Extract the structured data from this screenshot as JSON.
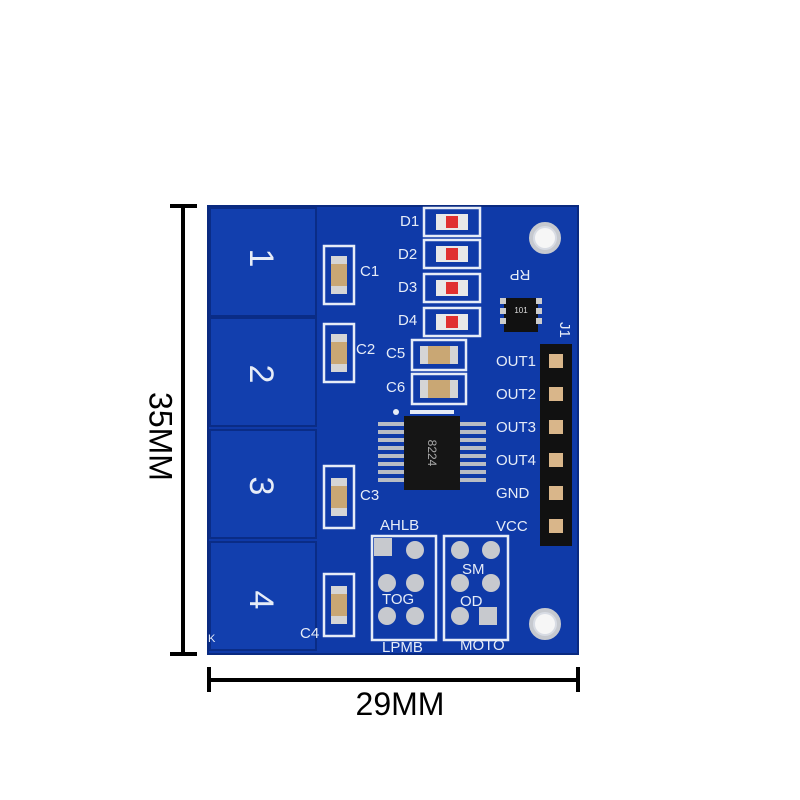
{
  "dimensions": {
    "width_label": "29MM",
    "height_label": "35MM"
  },
  "board": {
    "pad_labels": [
      "1",
      "2",
      "3",
      "4"
    ],
    "led_labels": [
      "D1",
      "D2",
      "D3",
      "D4"
    ],
    "capacitor_labels": [
      "C1",
      "C2",
      "C3",
      "C4",
      "C5",
      "C6"
    ],
    "resistor_label": "RP",
    "resistor_code": "101",
    "chip_label": "8224",
    "header_label": "J1",
    "pin_labels": [
      "OUT1",
      "OUT2",
      "OUT3",
      "OUT4",
      "GND",
      "VCC"
    ],
    "jumper_labels": {
      "ahlb": "AHLB",
      "tog": "TOG",
      "lpmb": "LPMB",
      "sm": "SM",
      "od": "OD",
      "moto": "MOTO"
    },
    "corner_mark": "K"
  },
  "colors": {
    "pcb": "#0f3aa8",
    "silkscreen": "#e6ecf7",
    "header": "#111111",
    "led": "#e03030"
  }
}
